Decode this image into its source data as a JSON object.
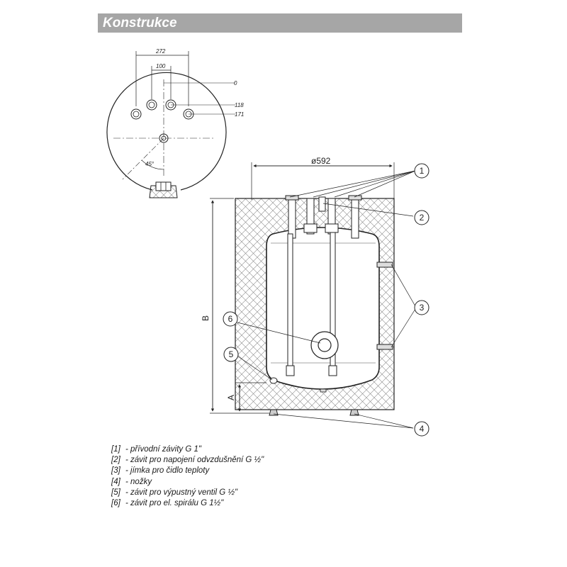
{
  "header": {
    "title": "Konstrukce"
  },
  "top_view": {
    "dimensions": {
      "width": "272",
      "spacing": "100",
      "zero": "0",
      "offset_inner": "118",
      "offset_outer": "171",
      "angle": "45°"
    }
  },
  "side_view": {
    "diameter": "ø592",
    "height_label": "B",
    "bottom_label": "A",
    "callouts": [
      "1",
      "2",
      "3",
      "4",
      "5",
      "6"
    ]
  },
  "legend": [
    {
      "key": "[1]",
      "text": "- přívodní závity G 1\""
    },
    {
      "key": "[2]",
      "text": "- závit pro napojení odvzdušnění G ½\""
    },
    {
      "key": "[3]",
      "text": "- jímka pro čidlo teploty"
    },
    {
      "key": "[4]",
      "text": "- nožky"
    },
    {
      "key": "[5]",
      "text": "- závit pro výpustný ventil G ½\""
    },
    {
      "key": "[6]",
      "text": "- závit pro el. spirálu G 1½\""
    }
  ]
}
